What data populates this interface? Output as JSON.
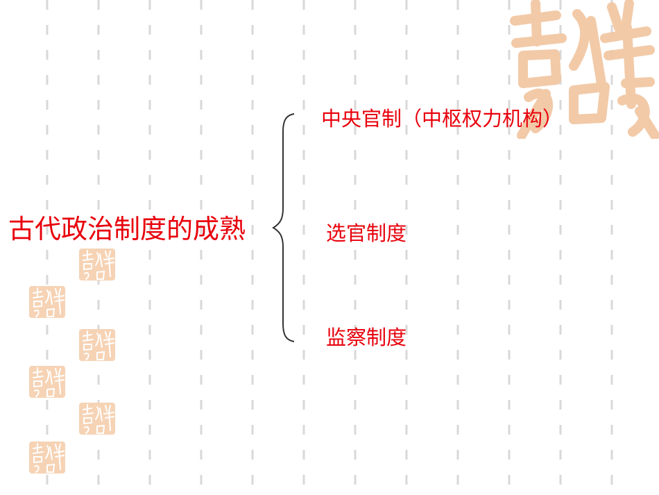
{
  "slide": {
    "title": "古代政治制度的成熟",
    "branches": [
      {
        "label": "中央官制（中枢权力机构）"
      },
      {
        "label": "选官制度"
      },
      {
        "label": "监察制度"
      }
    ]
  },
  "decoration": {
    "seal_text": "吉祥如意",
    "seal_color": "#f2c8a4",
    "dash_color": "#d8d8d8"
  },
  "colors": {
    "text_accent": "#e8000b",
    "brace": "#333333",
    "background": "#ffffff"
  }
}
